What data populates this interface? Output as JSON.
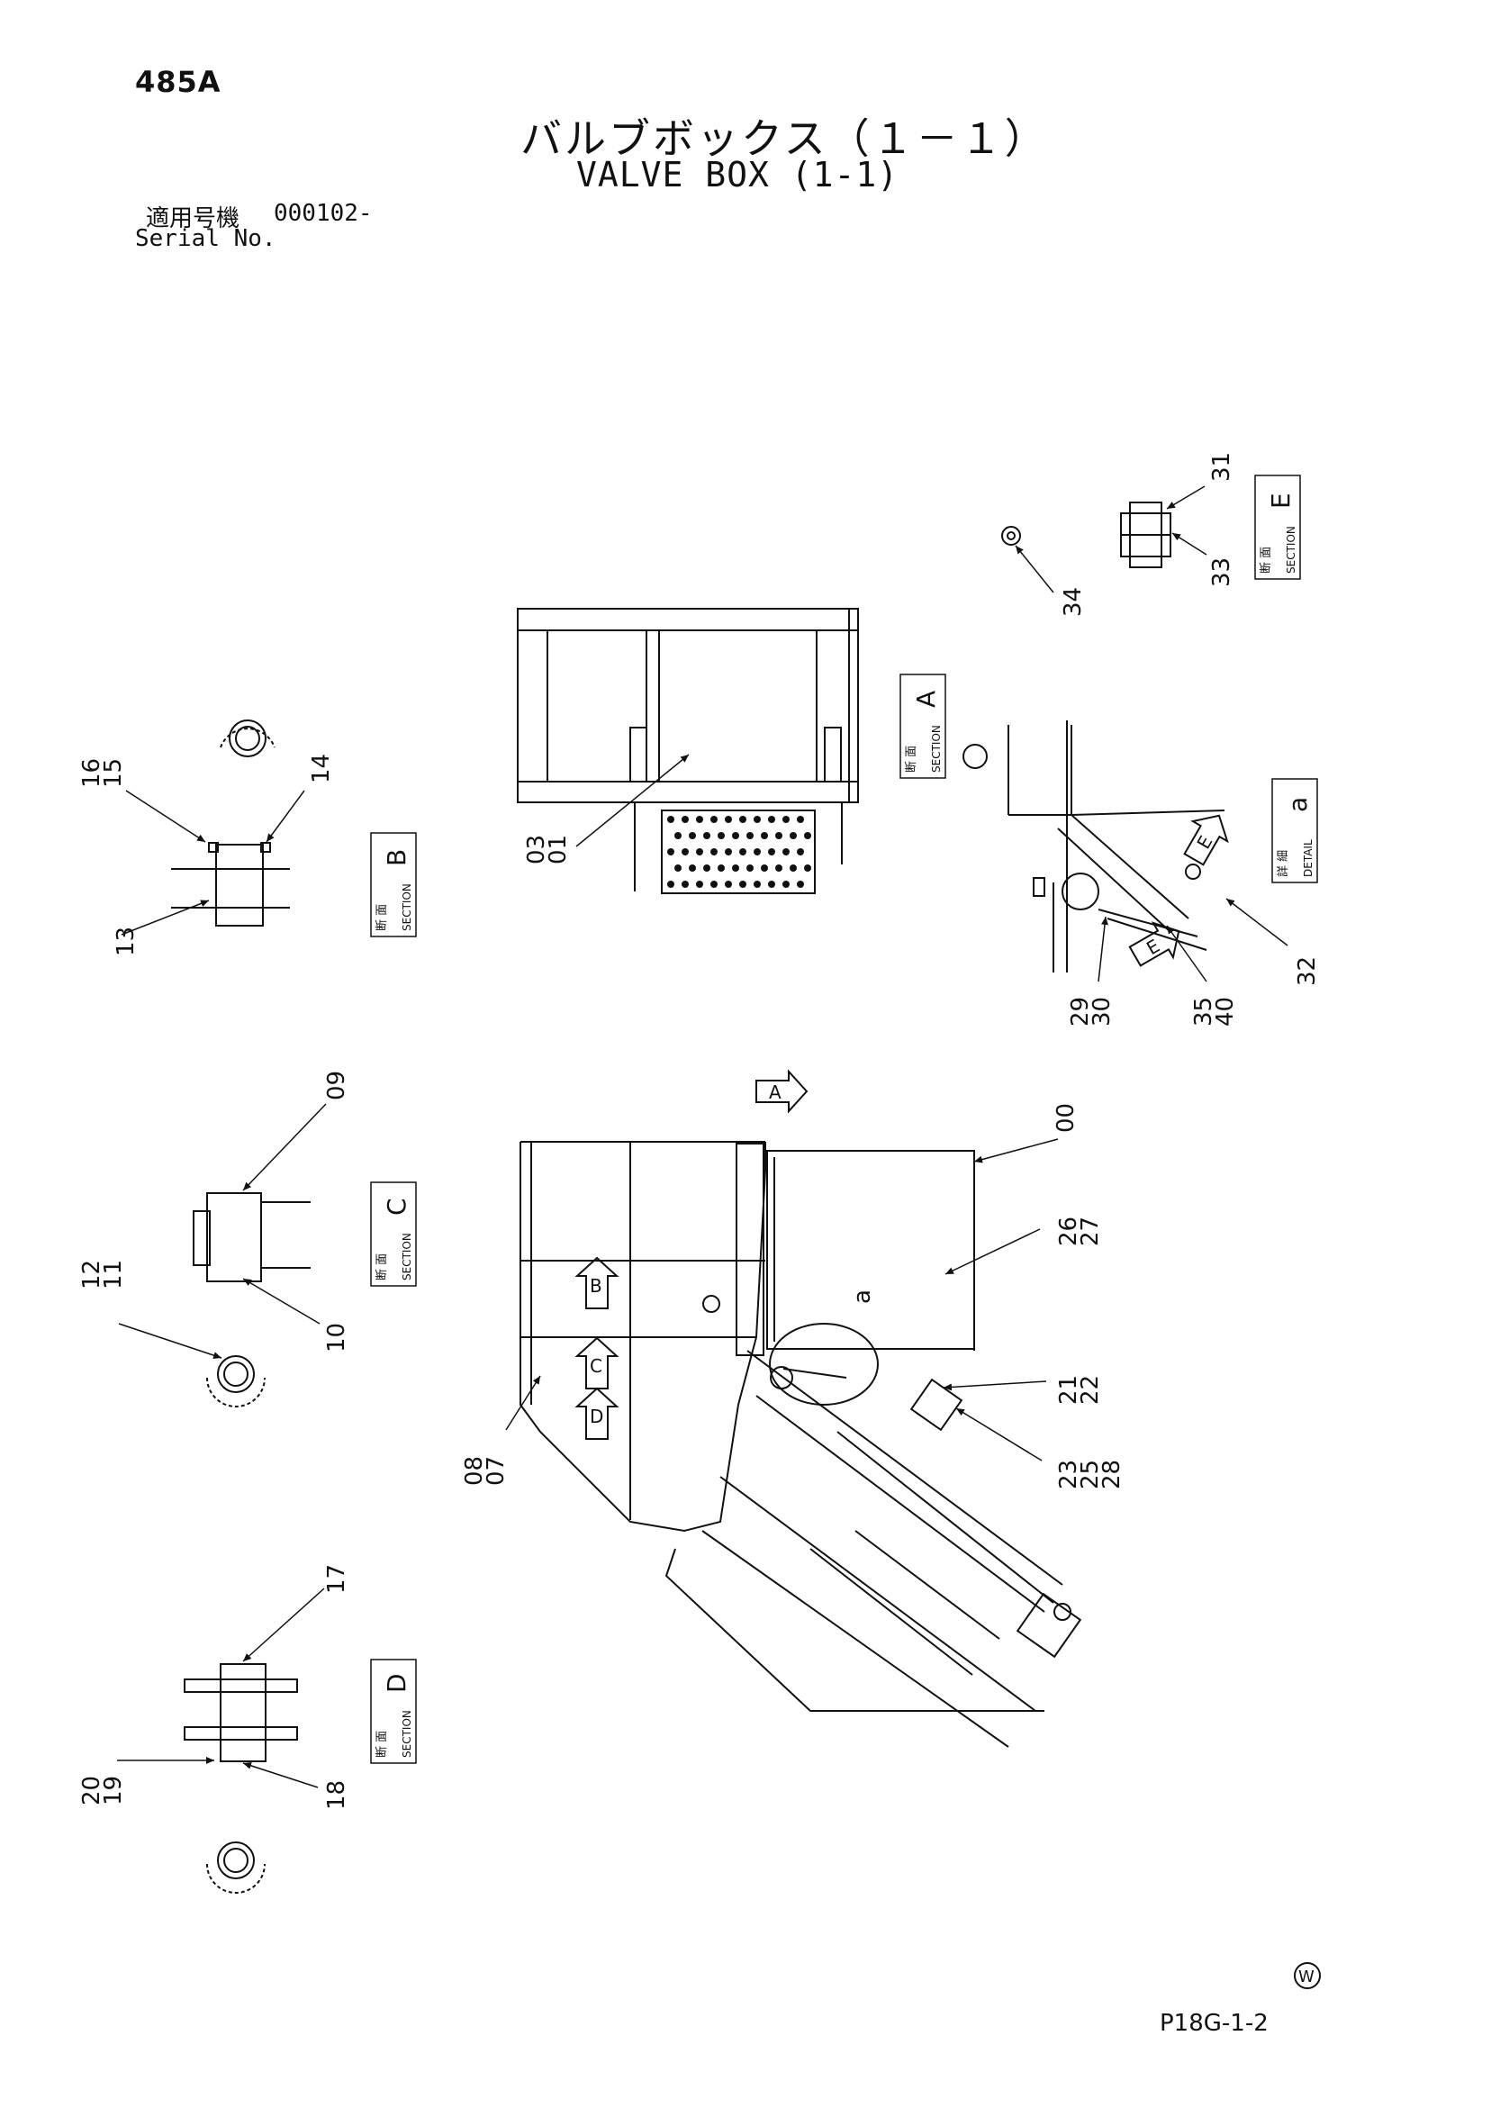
{
  "header": {
    "page_code": "485A",
    "title_jp": "バルブボックス（１－１）",
    "title_en": "VALVE BOX (1-1)",
    "serial_label_jp": "適用号機",
    "serial_value": "000102-",
    "serial_label_en": "Serial No."
  },
  "footer": {
    "page_ref": "P18G-1-2",
    "mark": "W"
  },
  "sections": {
    "a": {
      "jp": "断 面",
      "en": "SECTION",
      "letter": "A"
    },
    "b": {
      "jp": "断 面",
      "en": "SECTION",
      "letter": "B"
    },
    "c": {
      "jp": "断 面",
      "en": "SECTION",
      "letter": "C"
    },
    "d": {
      "jp": "断 面",
      "en": "SECTION",
      "letter": "D"
    },
    "e": {
      "jp": "断 面",
      "en": "SECTION",
      "letter": "E"
    },
    "detail": {
      "jp": "詳 細",
      "en": "DETAIL",
      "letter": "a"
    }
  },
  "view_arrows": {
    "a": "A",
    "b": "B",
    "c": "C",
    "d": "D",
    "e1": "E",
    "e2": "E"
  },
  "detail_marker": "a",
  "callouts": {
    "c00": "00",
    "c01": "03\n01",
    "c02": "08\n07",
    "c03": "26\n27",
    "c04": "21\n22",
    "c05": "23\n25\n28",
    "c06": "16\n15",
    "c07": "14",
    "c08": "13",
    "c09": "09",
    "c10": "12\n11",
    "c11": "10",
    "c12": "17",
    "c13": "20\n19",
    "c14": "18",
    "c15": "31",
    "c16": "33",
    "c17": "34",
    "c18": "29\n30",
    "c19": "35\n40",
    "c20": "32"
  }
}
